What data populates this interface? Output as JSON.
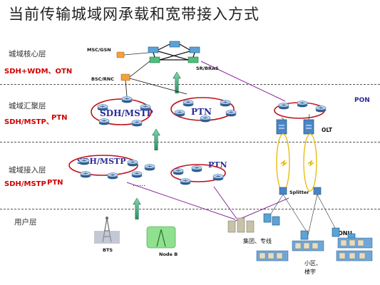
{
  "title": "当前传输城域网承载和宽带接入方式",
  "layers": {
    "core": {
      "name": "城域核心层",
      "tech": "SDH+WDM、OTN"
    },
    "aggregation": {
      "name": "城域汇聚层",
      "tech": "SDH/MSTP、",
      "tech_extra": "PTN"
    },
    "access": {
      "name": "城域接入层",
      "tech": "SDH/MSTP",
      "tech_extra": "PTN"
    },
    "user": {
      "name": "用户层"
    }
  },
  "nodes": {
    "msc_gsn": "MSC/GSN",
    "bsc_rnc": "BSC/RNC",
    "sr_bras": "SR/BRAS",
    "pon": "PON",
    "olt": "OLT",
    "splitter": "Splitter",
    "onu": "ONU",
    "bts": "BTS",
    "node_b": "Node B",
    "group_line": "集团、专线",
    "community": "小区、",
    "building": "楼宇",
    "dots": "……"
  },
  "rings": {
    "agg_sdh": "SDH/MSTP",
    "agg_ptn": "PTN",
    "acc_sdh": "SDH/MSTP",
    "acc_ptn": "PTN"
  },
  "colors": {
    "arrow": "#2e9d6e",
    "ring_red": "#c0101a",
    "link_purple": "#8a2a9a",
    "label_blue": "#2b2b9a",
    "tech_red": "#d00000"
  }
}
